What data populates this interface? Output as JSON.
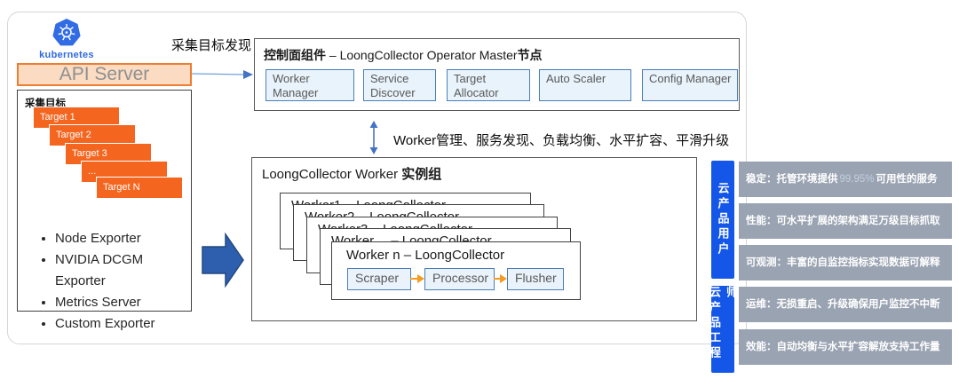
{
  "kubernetes": {
    "wordmark": "kubernetes"
  },
  "api_server": {
    "label": "API Server"
  },
  "targets_panel": {
    "title": "采集目标",
    "targets": [
      "Target 1",
      "Target 2",
      "Target 3",
      "...",
      "Target N"
    ],
    "exporters": [
      "Node Exporter",
      "NVIDIA DCGM Exporter",
      "Metrics Server",
      "Custom Exporter"
    ]
  },
  "labels": {
    "discovery": "采集目标发现",
    "sync": "Worker管理、服务发现、负载均衡、水平扩容、平滑升级"
  },
  "control_plane": {
    "title_bold_left": "控制面组件",
    "title_middle": " – LoongCollector Operator Master",
    "title_bold_right": "节点",
    "components": [
      "Worker Manager",
      "Service Discover",
      "Target Allocator",
      "Auto Scaler",
      "Config Manager"
    ]
  },
  "worker_group": {
    "title_normal": "LoongCollector Worker ",
    "title_bold": "实例组",
    "stacked_workers": [
      "Worker1 – LoongCollector",
      "Worker2 – LoongCollector",
      "Worker3 – LoongCollector",
      "Worker… – LoongCollector"
    ],
    "front_worker": {
      "title": "Worker n – LoongCollector",
      "stages": [
        "Scraper",
        "Processor",
        "Flusher"
      ]
    }
  },
  "benefits": {
    "user_tab": "云产品用户",
    "engineer_tab": "云产品工程师",
    "items": [
      {
        "before": "稳定：托管环境提供",
        "highlight": "99.95%",
        "after": "可用性的服务"
      },
      {
        "before": "性能：可水平扩展的架构满足万级目标抓取",
        "highlight": "",
        "after": ""
      },
      {
        "before": "可观测：丰富的自监控指标实现数据可解释",
        "highlight": "",
        "after": ""
      },
      {
        "before": "运维：无损重启、升级确保用户监控不中断",
        "highlight": "",
        "after": ""
      },
      {
        "before": "效能：自动均衡与水平扩容解放支持工作量",
        "highlight": "",
        "after": ""
      }
    ]
  },
  "colors": {
    "target_orange": "#F4651F",
    "accent_blue": "#4472C4",
    "stage_arrow_orange": "#F59B20",
    "tab_blue": "#1356E8",
    "benefit_gray": "#9AA3B2",
    "k8s_blue": "#326CE5"
  }
}
